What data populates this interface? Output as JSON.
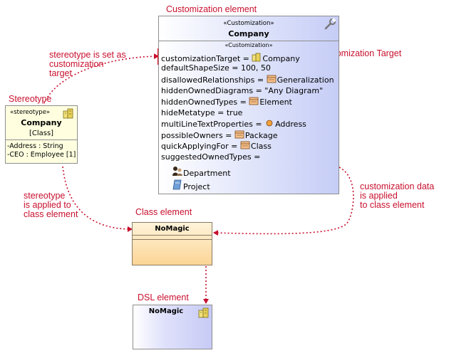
{
  "labels": {
    "customization_element": "Customization element",
    "customization_target": "Customization Target",
    "stereotype_heading": "Stereotype",
    "stereotype_set_note": [
      "stereotype is set as",
      "customization",
      "target"
    ],
    "stereotype_applied_note": [
      "stereotype",
      "is applied to",
      "class element"
    ],
    "customization_data_note": [
      "customization data",
      "is applied",
      "to class element"
    ],
    "class_element": "Class element",
    "dsl_element": "DSL element"
  },
  "stereotype_box": {
    "stereotype": "«stereotype»",
    "name": "Company",
    "metaclass": "[Class]",
    "attributes": [
      {
        "name": "-Address",
        "type": " : String"
      },
      {
        "name": "-CEO",
        "type": " : Employee [1]"
      }
    ]
  },
  "customization_box": {
    "stereotype": "«Customization»",
    "name": "Company",
    "section_stereotype": "«Customization»",
    "properties": [
      {
        "text": "customizationTarget = ",
        "icon": "stereotype-icon",
        "value": "Company"
      },
      {
        "text": "defaultShapeSize = 100, 50"
      },
      {
        "text": "disallowedRelationships = ",
        "icon": "metaclass-icon",
        "value": "Generalization"
      },
      {
        "text": "hiddenOwnedDiagrams = \"Any Diagram\""
      },
      {
        "text": "hiddenOwnedTypes = ",
        "icon": "metaclass-icon",
        "value": "Element"
      },
      {
        "text": "hideMetatype = true"
      },
      {
        "text": "multiLineTextProperties = ",
        "icon": "property-icon",
        "value": "Address"
      },
      {
        "text": "possibleOwners = ",
        "icon": "metaclass-icon",
        "value": "Package"
      },
      {
        "text": "quickApplyingFor = ",
        "icon": "metaclass-icon",
        "value": "Class"
      },
      {
        "text": "suggestedOwnedTypes ="
      }
    ],
    "suggested_types": [
      {
        "icon": "department-icon",
        "value": "Department"
      },
      {
        "icon": "project-icon",
        "value": "Project"
      }
    ]
  },
  "class_box": {
    "name": "NoMagic"
  },
  "dsl_box": {
    "name": "NoMagic"
  },
  "colors": {
    "annotation": "#c8102e",
    "highlight_border": "#e2001a"
  }
}
